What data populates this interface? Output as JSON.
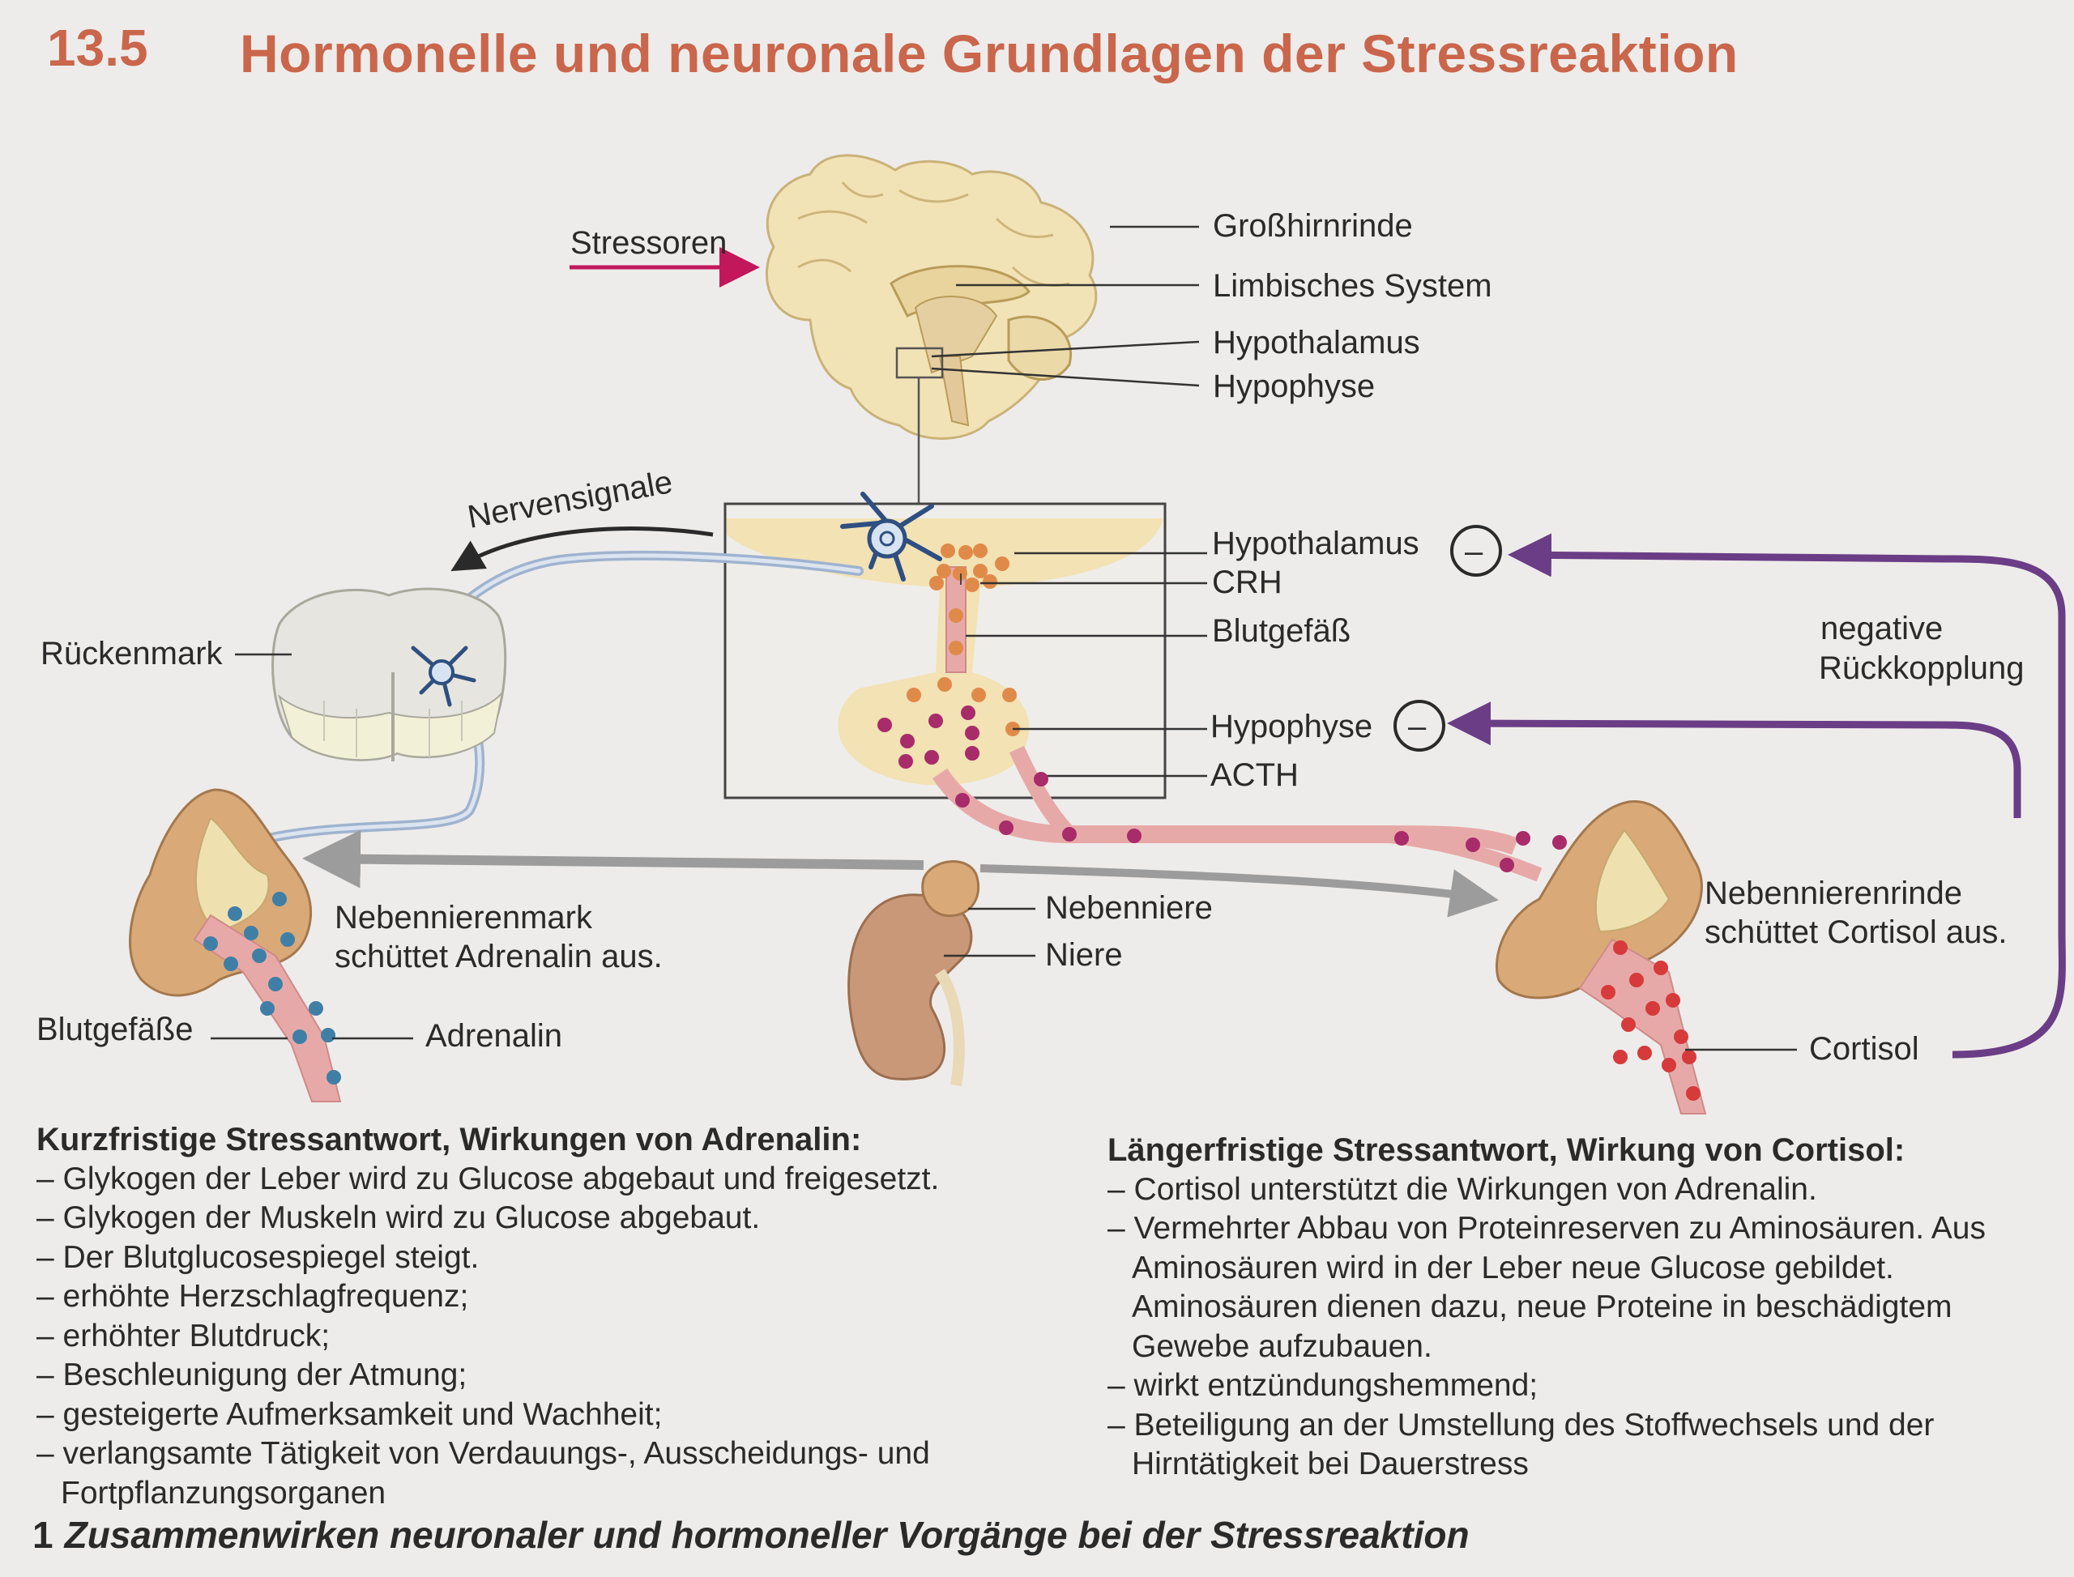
{
  "header": {
    "section_number": "13.5",
    "title": "Hormonelle und neuronale Grundlagen der Stressreaktion"
  },
  "diagram": {
    "stressoren": "Stressoren",
    "grosshirnrinde": "Großhirnrinde",
    "limbisches_system": "Limbisches System",
    "hypothalamus_top": "Hypothalamus",
    "hypophyse_top": "Hypophyse",
    "nervensignale": "Nervensignale",
    "rueckenmark": "Rückenmark",
    "hypothalamus_box": "Hypothalamus",
    "crh": "CRH",
    "blutgefaess": "Blutgefäß",
    "hypophyse_box": "Hypophyse",
    "acth": "ACTH",
    "minus_symbol": "–",
    "negative_line1": "negative",
    "negative_line2": "Rückkopplung",
    "nebennierenmark_line1": "Nebennierenmark",
    "nebennierenmark_line2": "schüttet Adrenalin aus.",
    "blutgefaesse": "Blutgefäße",
    "adrenalin": "Adrenalin",
    "nebenniere": "Nebenniere",
    "niere": "Niere",
    "nebennierenrinde_line1": "Nebennierenrinde",
    "nebennierenrinde_line2": "schüttet Cortisol aus.",
    "cortisol": "Cortisol"
  },
  "colors": {
    "title": "#c9664b",
    "stress_arrow": "#c2185b",
    "feedback_arrow": "#6b3d86",
    "nerve": "#9fb3cf",
    "vessel": "#e7a9a8",
    "adrenalin_dot": "#3f7fa6",
    "crh_dot": "#e08a4a",
    "acth_dot": "#a82b6a",
    "cortisol_dot": "#d63a3a"
  },
  "short_term": {
    "heading": "Kurzfristige Stressantwort, Wirkungen von Adrenalin:",
    "items": [
      "Glykogen der Leber wird zu Glucose abgebaut und freigesetzt.",
      "Glykogen der Muskeln wird zu Glucose abgebaut.",
      "Der Blutglucosespiegel steigt.",
      "erhöhte Herzschlagfrequenz;",
      "erhöhter Blutdruck;",
      "Beschleunigung der Atmung;",
      "gesteigerte Aufmerksamkeit und Wachheit;",
      "verlangsamte Tätigkeit von Verdauungs-, Ausscheidungs- und Fortpflanzungsorganen"
    ]
  },
  "long_term": {
    "heading": "Längerfristige Stressantwort, Wirkung von Cortisol:",
    "items": [
      "Cortisol unterstützt die Wirkungen von Adrenalin.",
      "Vermehrter Abbau von Proteinreserven zu Aminosäuren. Aus Aminosäuren wird in der Leber neue Glucose gebildet. Aminosäuren dienen dazu, neue Proteine in beschädigtem Gewebe aufzubauen.",
      "wirkt entzündungshemmend;",
      "Beteiligung an der Umstellung des Stoffwechsels und der Hirntätigkeit bei Dauerstress"
    ]
  },
  "caption": {
    "number": "1",
    "text": "Zusammenwirken neuronaler und hormoneller Vorgänge bei der Stressreaktion"
  }
}
